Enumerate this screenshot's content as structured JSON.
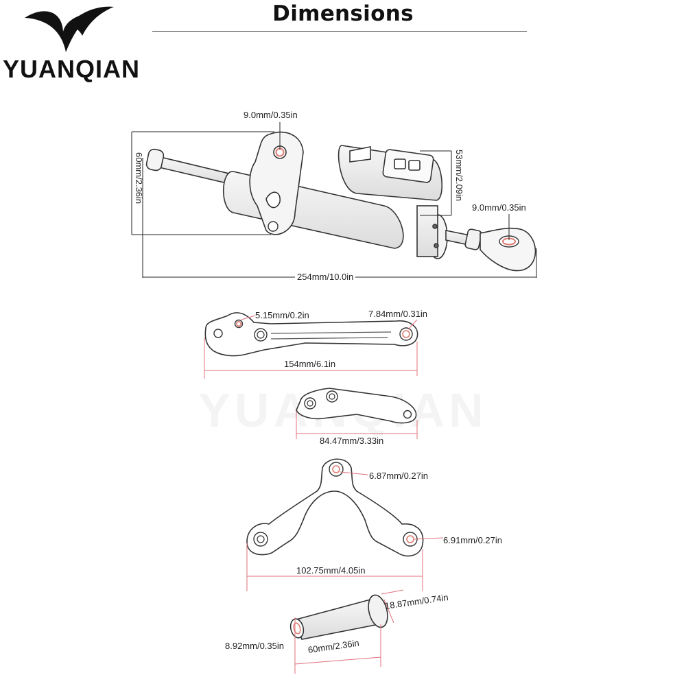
{
  "header": {
    "title": "Dimensions",
    "brand": "YUANQIAN"
  },
  "watermark": "YUANQIAN",
  "damper": {
    "mount_hole": "9.0mm/0.35in",
    "height_left": "60mm/2.36in",
    "height_right": "53mm/2.09in",
    "rod_end_hole": "9.0mm/0.35in",
    "length": "254mm/10.0in"
  },
  "bracket_long": {
    "hole_left": "5.15mm/0.2in",
    "hole_right": "7.84mm/0.31in",
    "length": "154mm/6.1in"
  },
  "bracket_small": {
    "length": "84.47mm/3.33in"
  },
  "bracket_arch": {
    "hole_top": "6.87mm/0.27in",
    "hole_right": "6.91mm/0.27in",
    "width": "102.75mm/4.05in"
  },
  "spacer": {
    "outer_diameter": "18.87mm/0.74in",
    "inner_diameter": "8.92mm/0.35in",
    "length": "60mm/2.36in"
  },
  "colors": {
    "dimension_line": "#e0707a",
    "part_outline": "#333333",
    "part_fill": "#ffffff",
    "hole_accent": "#e07a70"
  }
}
